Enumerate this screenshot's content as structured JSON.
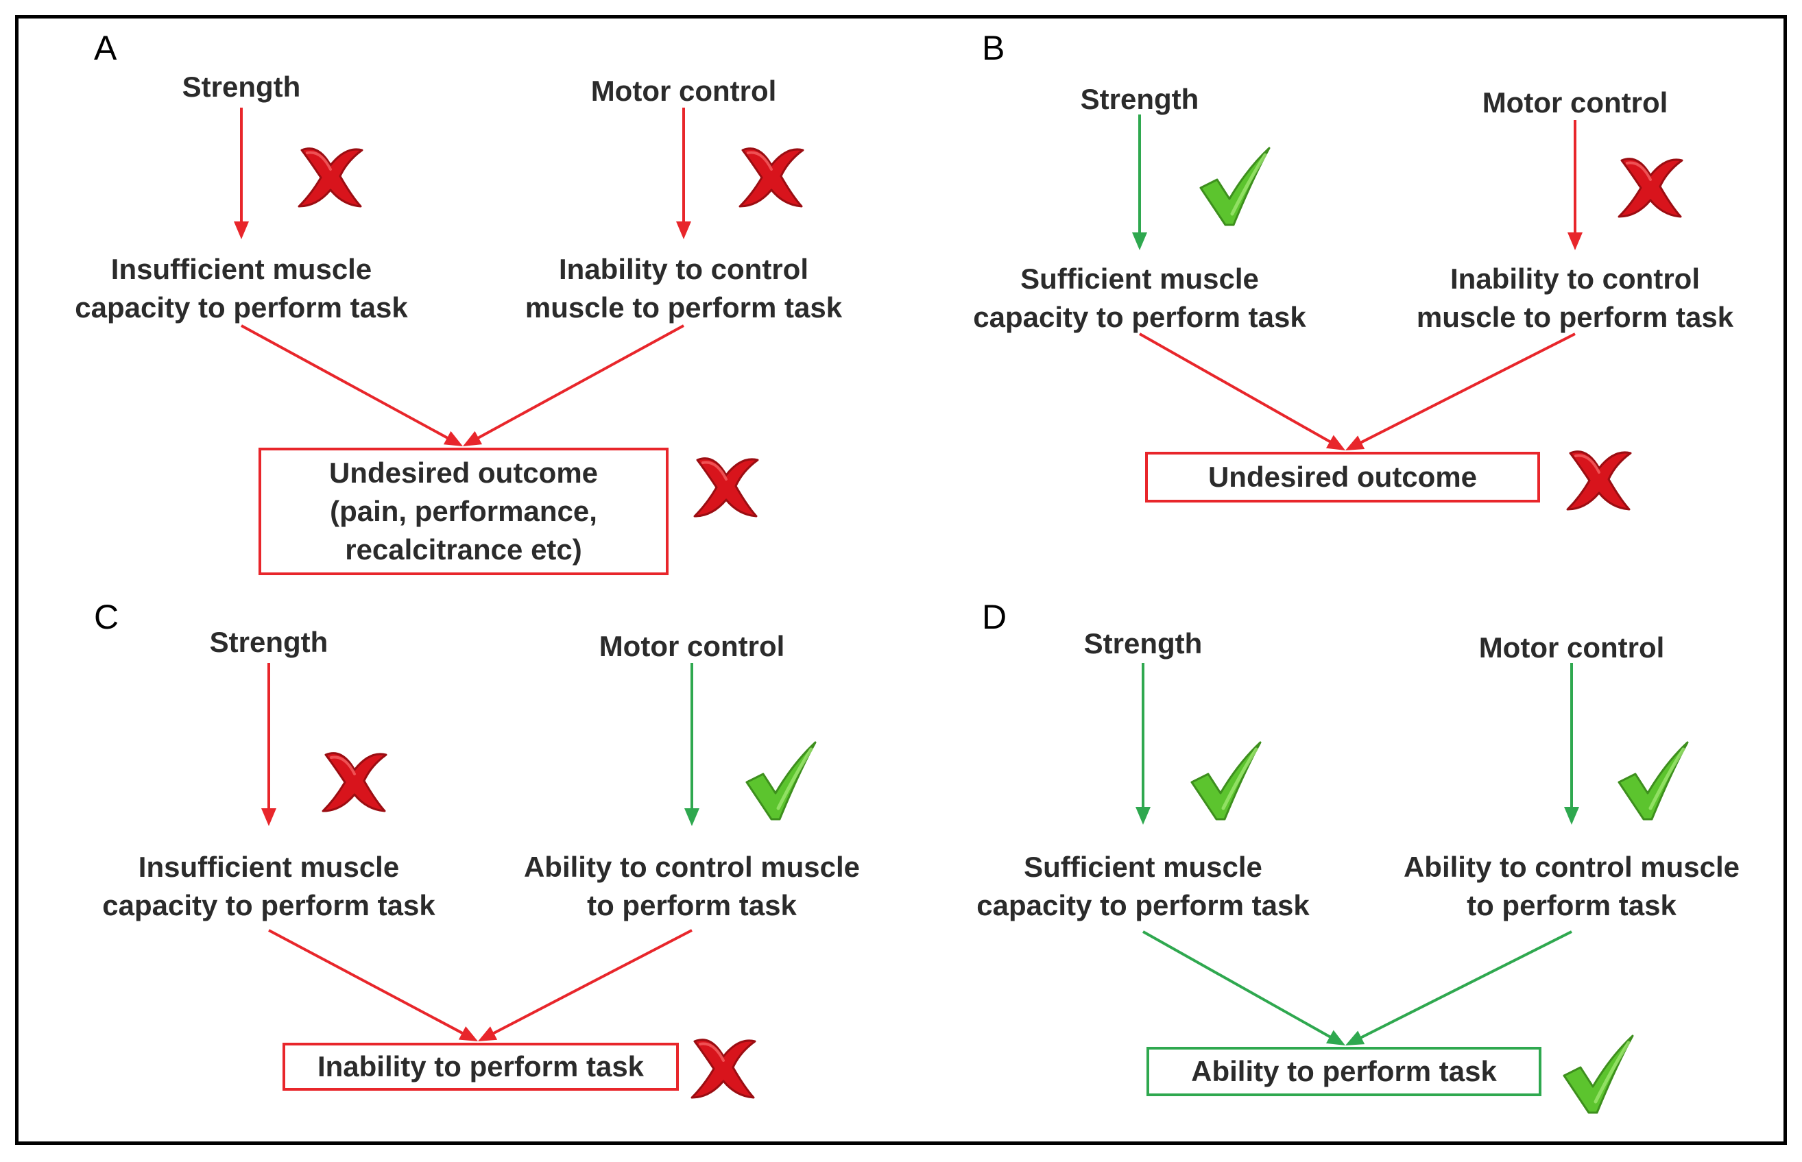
{
  "colors": {
    "red": "#e8262b",
    "green": "#2fa84f",
    "cross_fill": "#d8141c",
    "check_fill": "#5cc42e"
  },
  "icons": {
    "fail": "red-cross-icon",
    "pass": "green-check-icon"
  },
  "panels": [
    {
      "letter": "A",
      "left_factor": {
        "label": "Strength",
        "status": "fail",
        "result": "Insufficient muscle capacity to perform task"
      },
      "right_factor": {
        "label": "Motor control",
        "status": "fail",
        "result": "Inability to control muscle to perform task"
      },
      "outcome": {
        "label": "Undesired outcome (pain, performance, recalcitrance etc)",
        "status": "fail"
      }
    },
    {
      "letter": "B",
      "left_factor": {
        "label": "Strength",
        "status": "pass",
        "result": "Sufficient muscle capacity to perform task"
      },
      "right_factor": {
        "label": "Motor control",
        "status": "fail",
        "result": "Inability to control muscle to perform task"
      },
      "outcome": {
        "label": "Undesired outcome",
        "status": "fail"
      }
    },
    {
      "letter": "C",
      "left_factor": {
        "label": "Strength",
        "status": "fail",
        "result": "Insufficient muscle capacity to perform task"
      },
      "right_factor": {
        "label": "Motor control",
        "status": "pass",
        "result": "Ability to control muscle to perform task"
      },
      "outcome": {
        "label": "Inability to perform task",
        "status": "fail"
      }
    },
    {
      "letter": "D",
      "left_factor": {
        "label": "Strength",
        "status": "pass",
        "result": "Sufficient muscle capacity to perform task"
      },
      "right_factor": {
        "label": "Motor control",
        "status": "pass",
        "result": "Ability to control muscle to perform task"
      },
      "outcome": {
        "label": "Ability to perform task",
        "status": "pass"
      }
    }
  ]
}
